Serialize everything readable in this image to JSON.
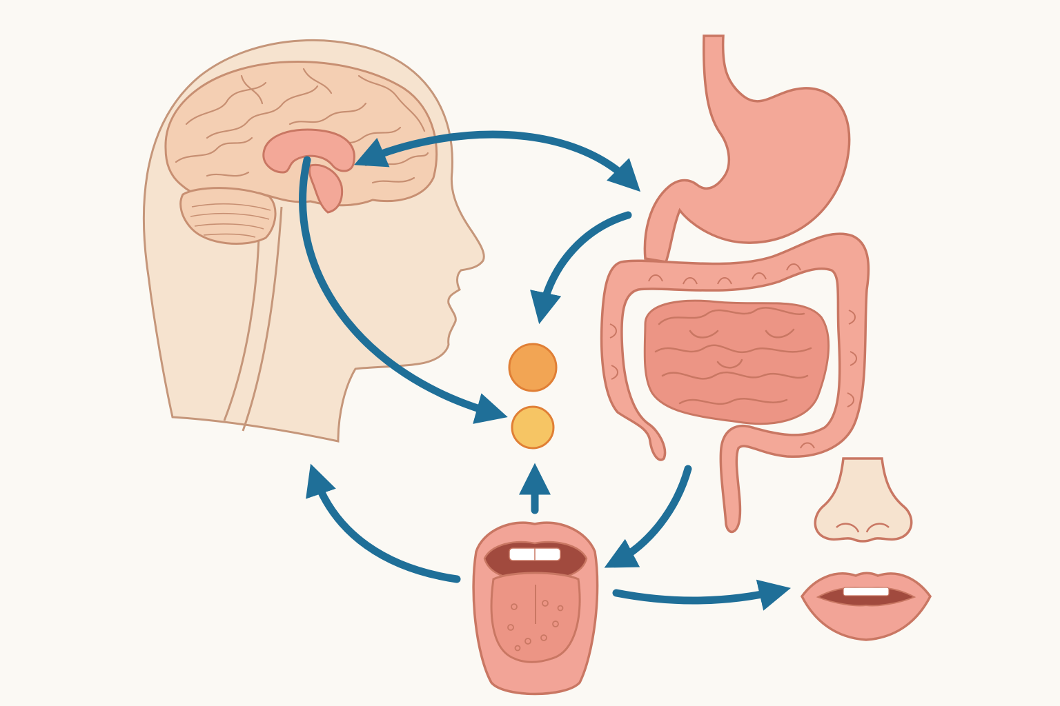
{
  "diagram": {
    "background": "#fbf9f4",
    "colors": {
      "arrow": "#1f6f98",
      "outline": "#c97763",
      "head_fill": "#f6e3cf",
      "head_outline": "#c5967a",
      "brain_fill": "#f4cfb3",
      "brain_outline": "#c78f72",
      "organ_fill": "#f3a898",
      "organ_shade": "#ec9585",
      "mouth_inner": "#a14a3e",
      "teeth": "#ffffff",
      "nose_fill": "#f6e3cf",
      "lip_fill": "#f2a497",
      "dot_orange": "#f2a554",
      "dot_yellow": "#f6c564",
      "dot_outline": "#e07f35"
    },
    "nodes": [
      {
        "id": "head-brain",
        "icon": "head-brain-icon"
      },
      {
        "id": "hypothalamus",
        "icon": "hypothalamus-icon"
      },
      {
        "id": "stomach",
        "icon": "stomach-icon"
      },
      {
        "id": "intestines",
        "icon": "intestines-icon"
      },
      {
        "id": "signals",
        "icon": "signal-dots-icon"
      },
      {
        "id": "tongue",
        "icon": "open-mouth-tongue-icon"
      },
      {
        "id": "nose",
        "icon": "nose-icon"
      },
      {
        "id": "lips",
        "icon": "lips-icon"
      }
    ],
    "links": [
      {
        "from": "hypothalamus",
        "to": "stomach",
        "direction": "both"
      },
      {
        "from": "hypothalamus",
        "to": "signals",
        "direction": "forward"
      },
      {
        "from": "stomach",
        "to": "signals",
        "direction": "forward"
      },
      {
        "from": "tongue",
        "to": "signals",
        "direction": "forward"
      },
      {
        "from": "intestines",
        "to": "tongue",
        "direction": "forward"
      },
      {
        "from": "tongue",
        "to": "head-brain",
        "direction": "forward"
      },
      {
        "from": "tongue",
        "to": "lips",
        "direction": "forward"
      }
    ]
  }
}
